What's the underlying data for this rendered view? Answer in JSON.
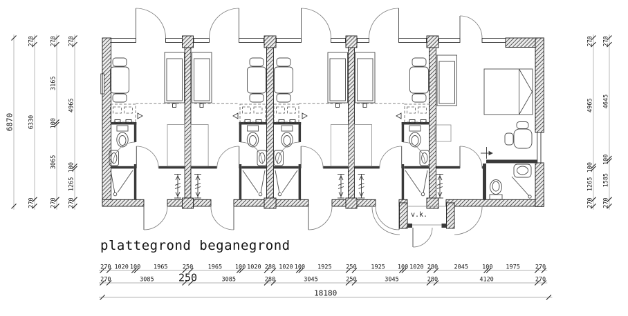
{
  "title": "plattegrond beganegrond",
  "plan": {
    "vestibule_label": "v.k."
  },
  "dimensions": {
    "left_chains": [
      {
        "name": "total-height",
        "values": [
          "6870"
        ],
        "total": true
      },
      {
        "name": "outer-height",
        "values": [
          "270",
          "6330",
          "270"
        ]
      },
      {
        "name": "room-depths-a",
        "values": [
          "270",
          "3165",
          "100",
          "3065",
          "270"
        ]
      },
      {
        "name": "room-depths-b",
        "values": [
          "270",
          "4965",
          "100",
          "1265",
          "270"
        ]
      }
    ],
    "right_chains": [
      {
        "name": "right-depths-a",
        "values": [
          "270",
          "4965",
          "100",
          "1265",
          "270"
        ]
      },
      {
        "name": "right-depths-b",
        "values": [
          "270",
          "4645",
          "100",
          "1585",
          "270"
        ]
      }
    ],
    "bottom_chains": [
      {
        "name": "detail-widths",
        "values": [
          "270",
          "1020",
          "100",
          "1965",
          "250",
          "1965",
          "100",
          "1020",
          "280",
          "1020",
          "100",
          "1925",
          "250",
          "1925",
          "100",
          "1020",
          "280",
          "2045",
          "100",
          "1975",
          "270"
        ]
      },
      {
        "name": "unit-widths",
        "values": [
          "270",
          "3085",
          "250",
          "3085",
          "280",
          "3045",
          "250",
          "3045",
          "280",
          "4120",
          "270"
        ],
        "emphasized_index": 2
      },
      {
        "name": "total-width",
        "values": [
          "18180"
        ],
        "total": true
      }
    ]
  }
}
